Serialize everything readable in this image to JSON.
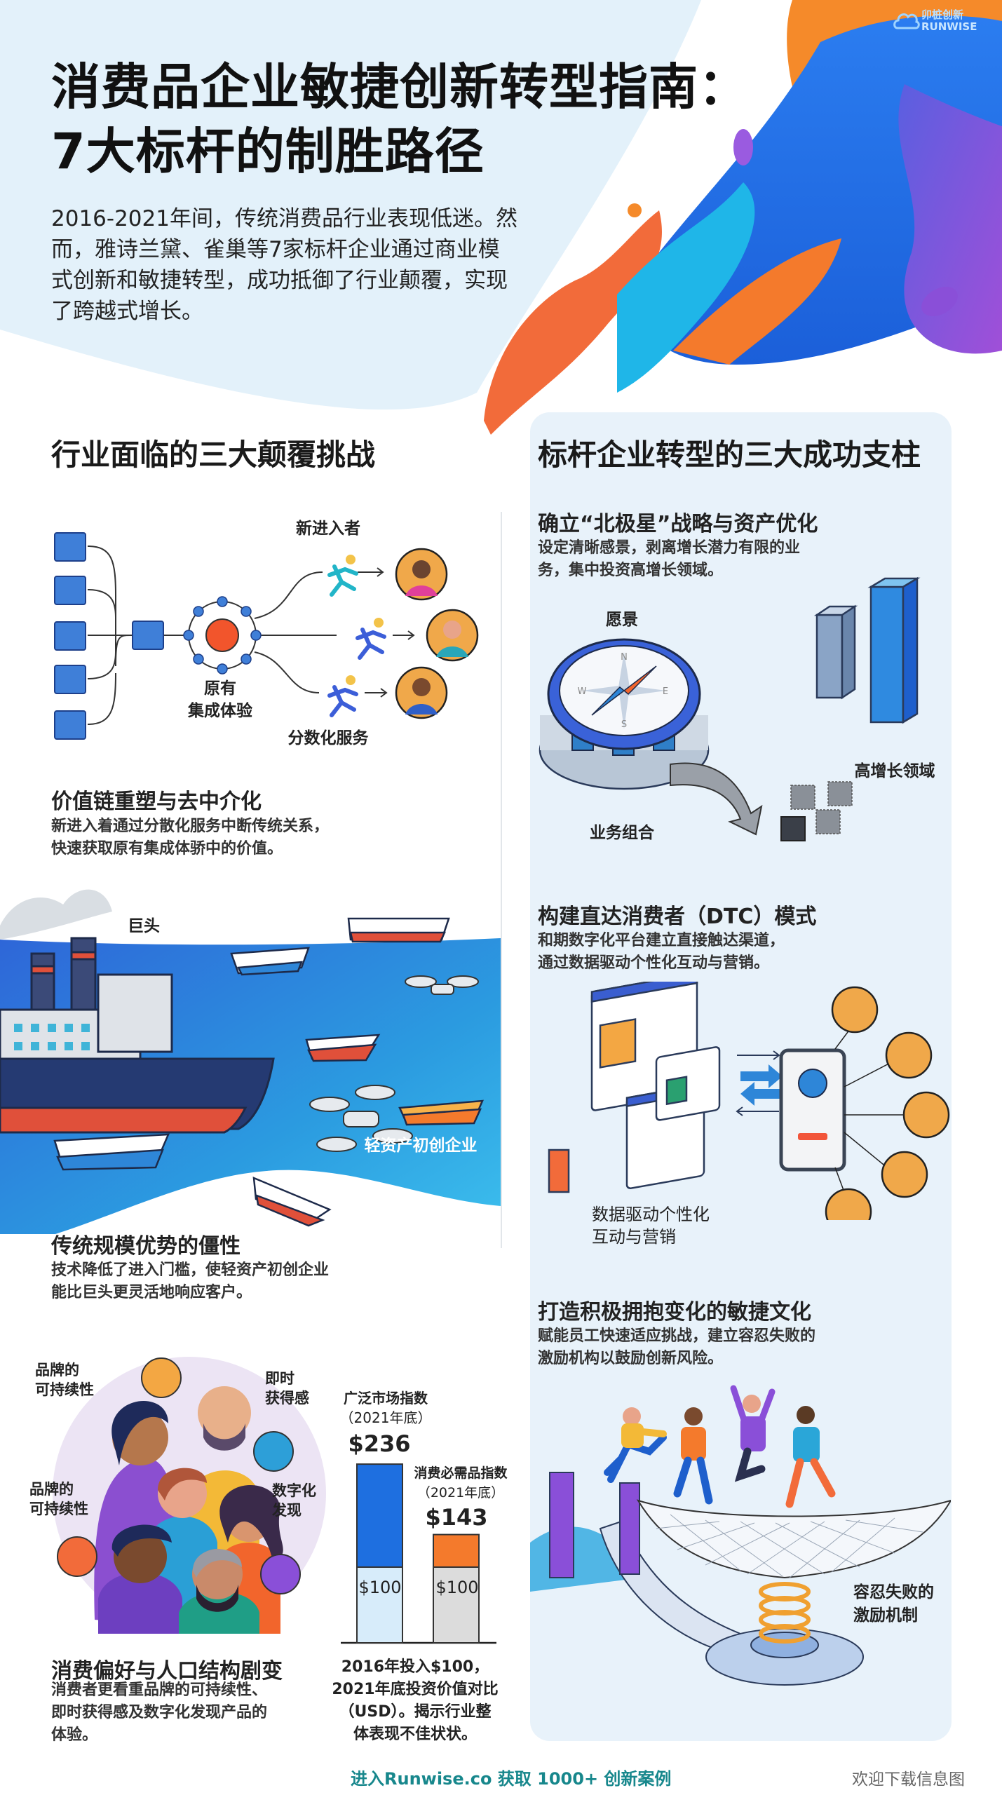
{
  "brand": {
    "logo_cn": "卯桩创新",
    "logo_en": "RUNWISE"
  },
  "header": {
    "title_lines": [
      "消费品企业敏捷创新转型指南：",
      "7大标杆的制胜路径"
    ],
    "intro_lines": [
      "2016-2021年间，传统消费品行业表现低迷。然",
      "而，雅诗兰黛、雀巢等7家标杆企业通过商业模",
      "式创新和敏捷转型，成功抵御了行业颠覆，实现",
      "了跨越式增长。"
    ]
  },
  "left": {
    "heading": "行业面临的三大颠覆挑战",
    "challenge1": {
      "labels": {
        "new_entrants": "新进入者",
        "original_line1": "原有",
        "original_line2": "集成体验",
        "fragmented": "分数化服务"
      },
      "title": "价值链重塑与去中介化",
      "desc_lines": [
        "新进入着通过分散化服务中断传统关系，",
        "快速获取原有集成体骄中的价值。"
      ]
    },
    "challenge2": {
      "labels": {
        "giant": "巨头",
        "startups": "轻资产初创企业"
      },
      "title": "传统规模优势的僵性",
      "desc_lines": [
        "技术降低了进入门槛，使轻资产初创企业",
        "能比巨头更灵活地响应客户。"
      ]
    },
    "challenge3": {
      "labels": {
        "sustain_top_1": "品牌的",
        "sustain_top_2": "可持续性",
        "sustain_left_1": "品牌的",
        "sustain_left_2": "可持续性",
        "instant_1": "即时",
        "instant_2": "获得感",
        "digital_1": "数字化",
        "digital_2": "发现"
      },
      "title": "消费偏好与人口结构剧变",
      "desc_lines": [
        "消费者更看重品牌的可持续性、",
        "即时获得感及数字化发现产品的",
        "体验。"
      ]
    }
  },
  "chart_data": {
    "type": "bar",
    "categories": [
      "广泛市场指数（2021年底）",
      "消费必需品指数（2021年底）"
    ],
    "series_labels": [
      {
        "name_line1": "广泛市场指数",
        "name_line2": "（2021年底）",
        "value_label": "$236",
        "base_label": "$100"
      },
      {
        "name_line1": "消费必需品指数",
        "name_line2": "（2021年底）",
        "value_label": "$143",
        "base_label": "$100"
      }
    ],
    "values": [
      236,
      143
    ],
    "base": 100,
    "colors": {
      "bar1_growth": "#1e6fe0",
      "bar1_base": "#d7ecfa",
      "bar2_growth": "#f47a2c",
      "bar2_base": "#dcdcdc"
    },
    "caption_lines": [
      "2016年投入$100，",
      "2021年底投资价值对比",
      "（USD）。揭示行业整",
      "体表现不佳状状。"
    ]
  },
  "right": {
    "heading": "标杆企业转型的三大成功支柱",
    "pillar1": {
      "title": "确立“北极星”战略与资产优化",
      "desc_lines": [
        "设定清晰感景，剥离增长潜力有限的业",
        "务，集中投资高增长领域。"
      ],
      "labels": {
        "vision": "愿景",
        "high_growth": "高增长领域",
        "portfolio": "业务组合"
      },
      "compass": [
        "N",
        "S",
        "E",
        "W"
      ]
    },
    "pillar2": {
      "title": "构建直达消费者（DTC）模式",
      "desc_lines": [
        "和期数字化平台建立直接触达渠道，",
        "通过数据驱动个性化互动与营销。"
      ],
      "labels": {
        "line1": "数据驱动个性化",
        "line2": "互动与营销"
      }
    },
    "pillar3": {
      "title": "打造积极拥抱变化的敏捷文化",
      "desc_lines": [
        "赋能员工快速适应挑战，建立容忍失败的",
        "激励机构以鼓励创新风险。"
      ],
      "labels": {
        "line1": "容忍失败的",
        "line2": "激励机制"
      }
    }
  },
  "footer": {
    "cta": "进入Runwise.co 获取 1000+ 创新案例",
    "download": "欢迎下载信息图"
  },
  "colors": {
    "accent_blue": "#1e6fe0",
    "accent_orange": "#f47a2c",
    "accent_purple": "#8a4fd8",
    "footer_teal": "#17878c"
  }
}
